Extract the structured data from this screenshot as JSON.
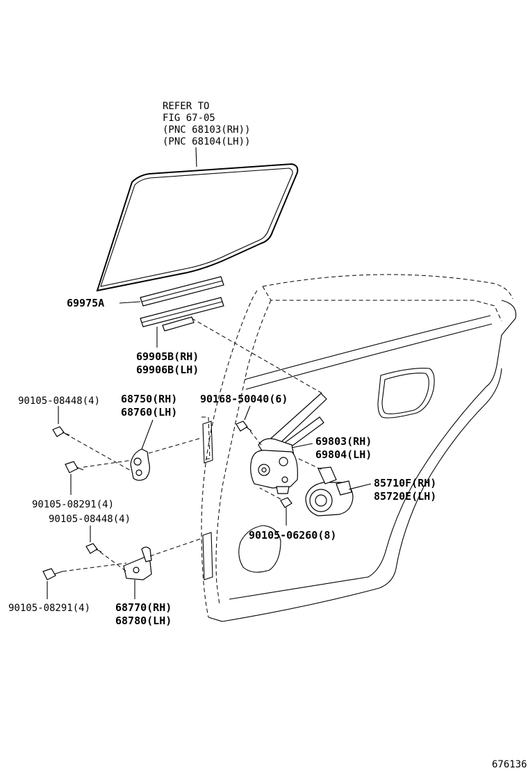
{
  "refer_note": {
    "line1": "REFER TO",
    "line2": "FIG 67-05",
    "line3": "(PNC 68103(RH))",
    "line4": "(PNC 68104(LH))"
  },
  "labels": {
    "p69975a": "69975A",
    "p69905b": "69905B(RH)",
    "p69906b": "69906B(LH)",
    "p90105_08448_top": "90105-08448(4)",
    "p68750": "68750(RH)",
    "p68760": "68760(LH)",
    "p90168": "90168-50040(6)",
    "p69803": "69803(RH)",
    "p69804": "69804(LH)",
    "p85710f": "85710F(RH)",
    "p85720e": "85720E(LH)",
    "p90105_08291_top": "90105-08291(4)",
    "p90105_08448_bot": "90105-08448(4)",
    "p90105_06260": "90105-06260(8)",
    "p90105_08291_bot": "90105-08291(4)",
    "p68770": "68770(RH)",
    "p68780": "68780(LH)"
  },
  "figure_id": "676136"
}
